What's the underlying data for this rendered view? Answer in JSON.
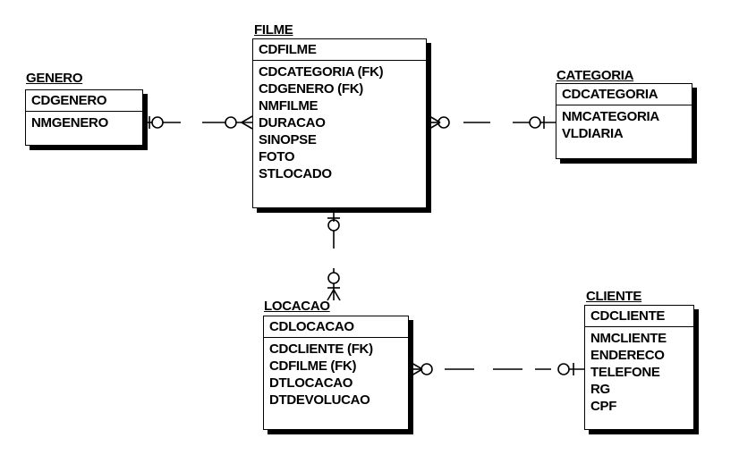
{
  "entities": {
    "genero": {
      "name": "GENERO",
      "pk": "CDGENERO",
      "attributes": [
        "NMGENERO"
      ]
    },
    "filme": {
      "name": "FILME",
      "pk": "CDFILME",
      "attributes": [
        "CDCATEGORIA (FK)",
        "CDGENERO (FK)",
        "NMFILME",
        "DURACAO",
        "SINOPSE",
        "FOTO",
        "STLOCADO"
      ]
    },
    "categoria": {
      "name": "CATEGORIA",
      "pk": "CDCATEGORIA",
      "attributes": [
        "NMCATEGORIA",
        "VLDIARIA"
      ]
    },
    "locacao": {
      "name": "LOCACAO",
      "pk": "CDLOCACAO",
      "attributes": [
        "CDCLIENTE (FK)",
        "CDFILME (FK)",
        "DTLOCACAO",
        "DTDEVOLUCAO"
      ]
    },
    "cliente": {
      "name": "CLIENTE",
      "pk": "CDCLIENTE",
      "attributes": [
        "NMCLIENTE",
        "ENDERECO",
        "TELEFONE",
        "RG",
        "CPF"
      ]
    }
  },
  "relationships": [
    {
      "from": "GENERO",
      "to": "FILME",
      "from_card": "zero-or-one",
      "to_card": "zero-or-many",
      "style": "dashed"
    },
    {
      "from": "CATEGORIA",
      "to": "FILME",
      "from_card": "zero-or-one",
      "to_card": "zero-or-many",
      "style": "dashed"
    },
    {
      "from": "FILME",
      "to": "LOCACAO",
      "from_card": "zero-or-one",
      "to_card": "zero-or-many",
      "style": "dashed"
    },
    {
      "from": "CLIENTE",
      "to": "LOCACAO",
      "from_card": "zero-or-one",
      "to_card": "zero-or-many",
      "style": "dashed"
    }
  ]
}
